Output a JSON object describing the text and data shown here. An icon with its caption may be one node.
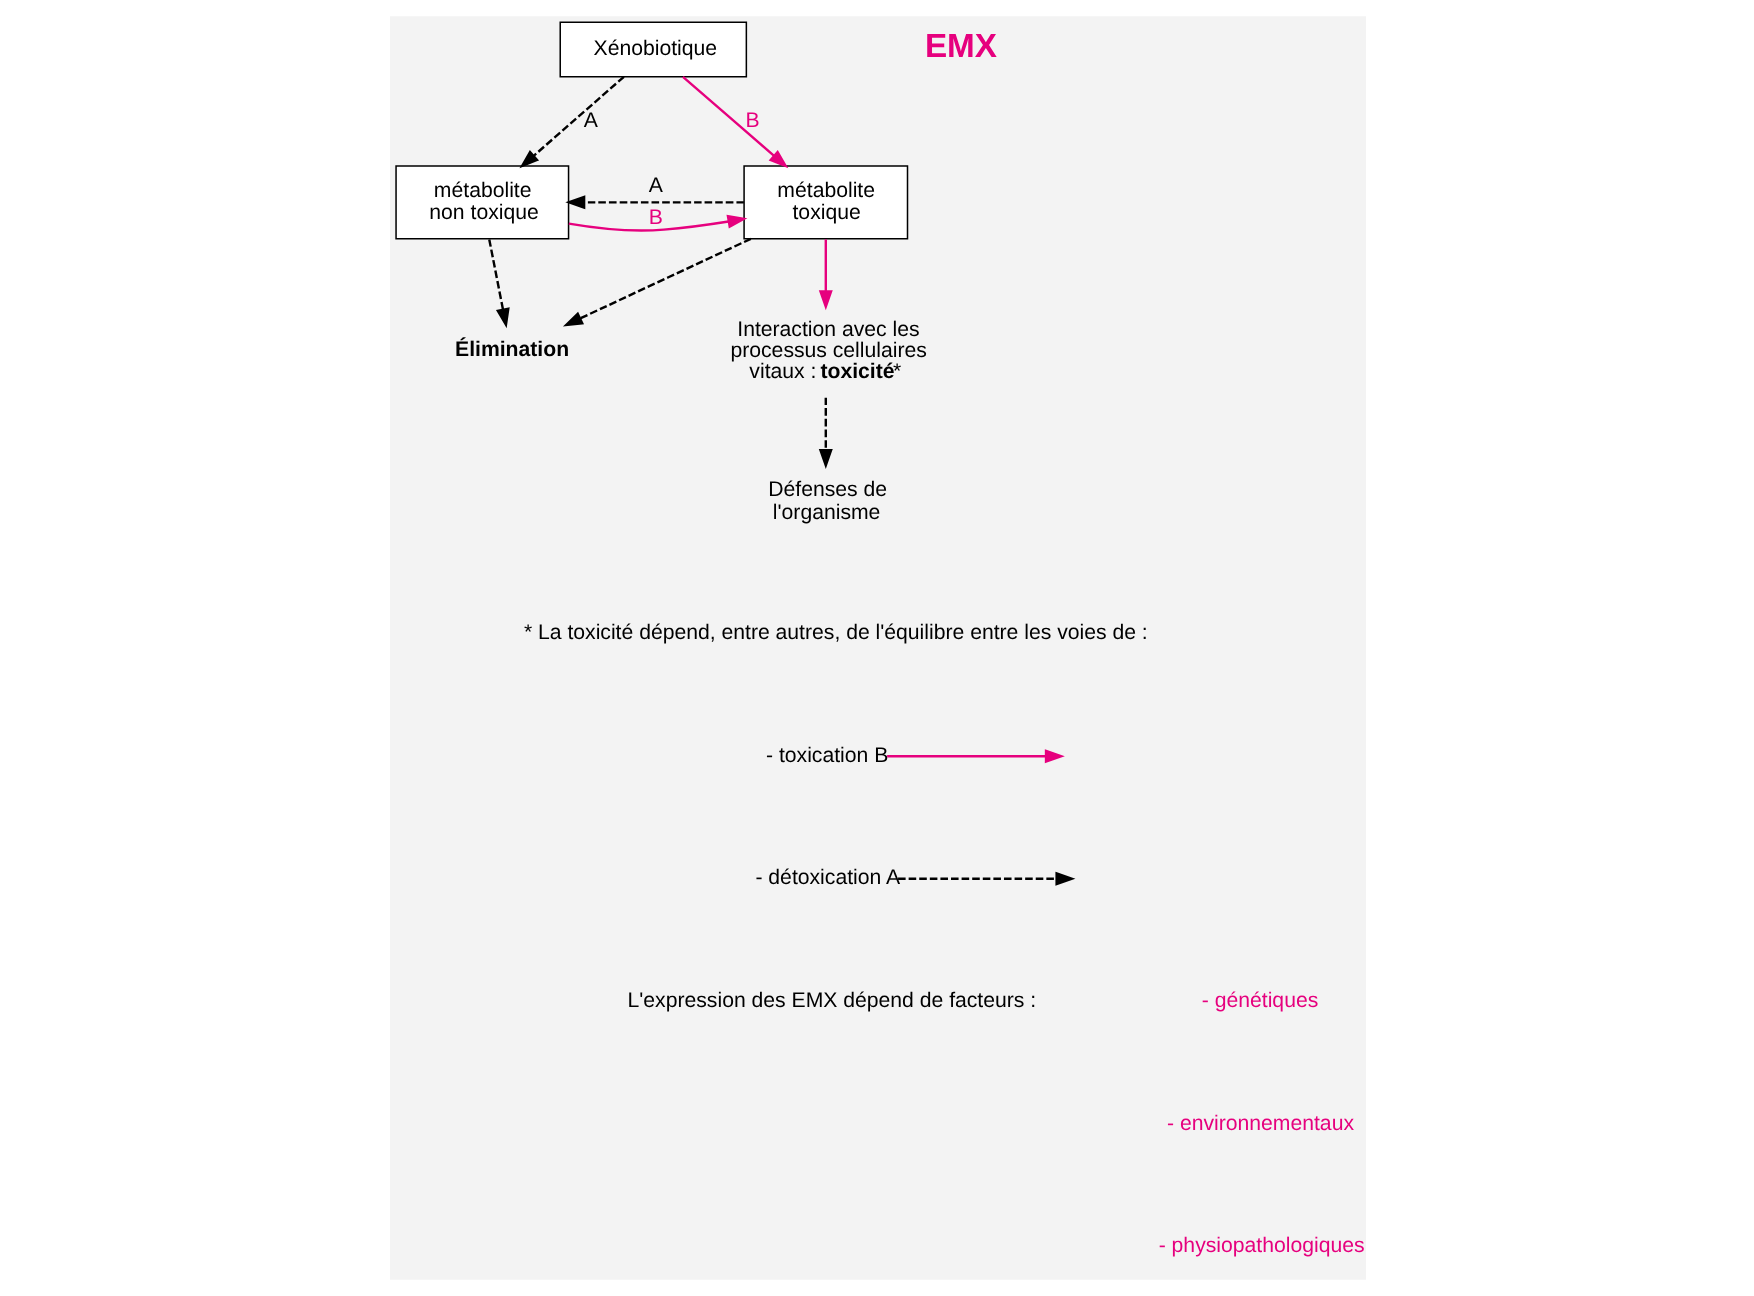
{
  "diagram": {
    "nodes": [
      {
        "text": [
          "Xénobiotique"
        ]
      },
      {
        "text": [
          "métabolite non toxique"
        ]
      },
      {
        "text": [
          "métabolite toxique"
        ]
      },
      {
        "text": [
          "**Élimination**"
        ]
      },
      {
        "text": [
          "Interaction avec les processus cellulaires vitaux : **toxicité***"
        ]
      },
      {
        "text": [
          "Défenses de l'organisme"
        ]
      }
    ],
    "edges": [
      {
        "from": 0,
        "to": 1,
        "arrow": "to",
        "label": "A",
        "style": "dashed"
      },
      {
        "from": 0,
        "to": 2,
        "arrow": "to",
        "label": "B",
        "color": "#e6007e"
      },
      {
        "from": 2,
        "to": 1,
        "arrow": "to",
        "label": "A",
        "style": "dashed"
      },
      {
        "from": 1,
        "to": 2,
        "arrow": "to",
        "label": "B",
        "color": "#e6007e"
      },
      {
        "from": 1,
        "to": 3,
        "arrow": "to",
        "style": "dashed"
      },
      {
        "from": 2,
        "to": 3,
        "arrow": "to",
        "style": "dashed"
      },
      {
        "from": 2,
        "to": 4,
        "arrow": "to",
        "color": "#e6007e"
      },
      {
        "from": 4,
        "to": 5,
        "arrow": "to",
        "style": "dashed"
      }
    ],
    "labels": [
      "EMX",
      "* La toxicité dépend, entre autres, de l'équilibre entre les voies de :",
      "L'expression des EMX dépend de facteurs :",
      "- génétiques",
      "- environnementaux",
      "- physiopathologiques"
    ],
    "legend": [
      {
        "text": "- toxication B"
      },
      {
        "text": "- détoxication A"
      }
    ]
  }
}
